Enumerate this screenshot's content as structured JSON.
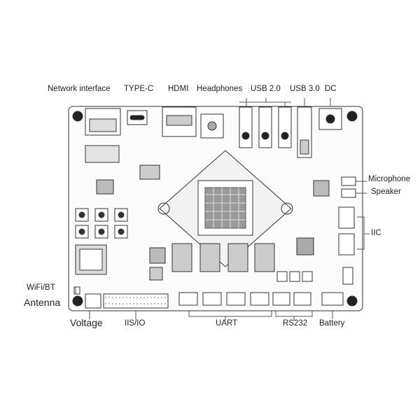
{
  "labels": {
    "network_interface": "Network interface",
    "type_c": "TYPE-C",
    "hdmi": "HDMI",
    "headphones": "Headphones",
    "usb2": "USB 2.0",
    "usb3": "USB 3.0",
    "dc": "DC",
    "microphone": "Microphone",
    "speaker": "Speaker",
    "iic": "IIC",
    "wifi_bt": "WiFi/BT",
    "antenna": "Antenna",
    "voltage": "Voltage",
    "iis_io": "IIS/IO",
    "uart": "UART",
    "rs232": "RS232",
    "battery": "Battery"
  }
}
